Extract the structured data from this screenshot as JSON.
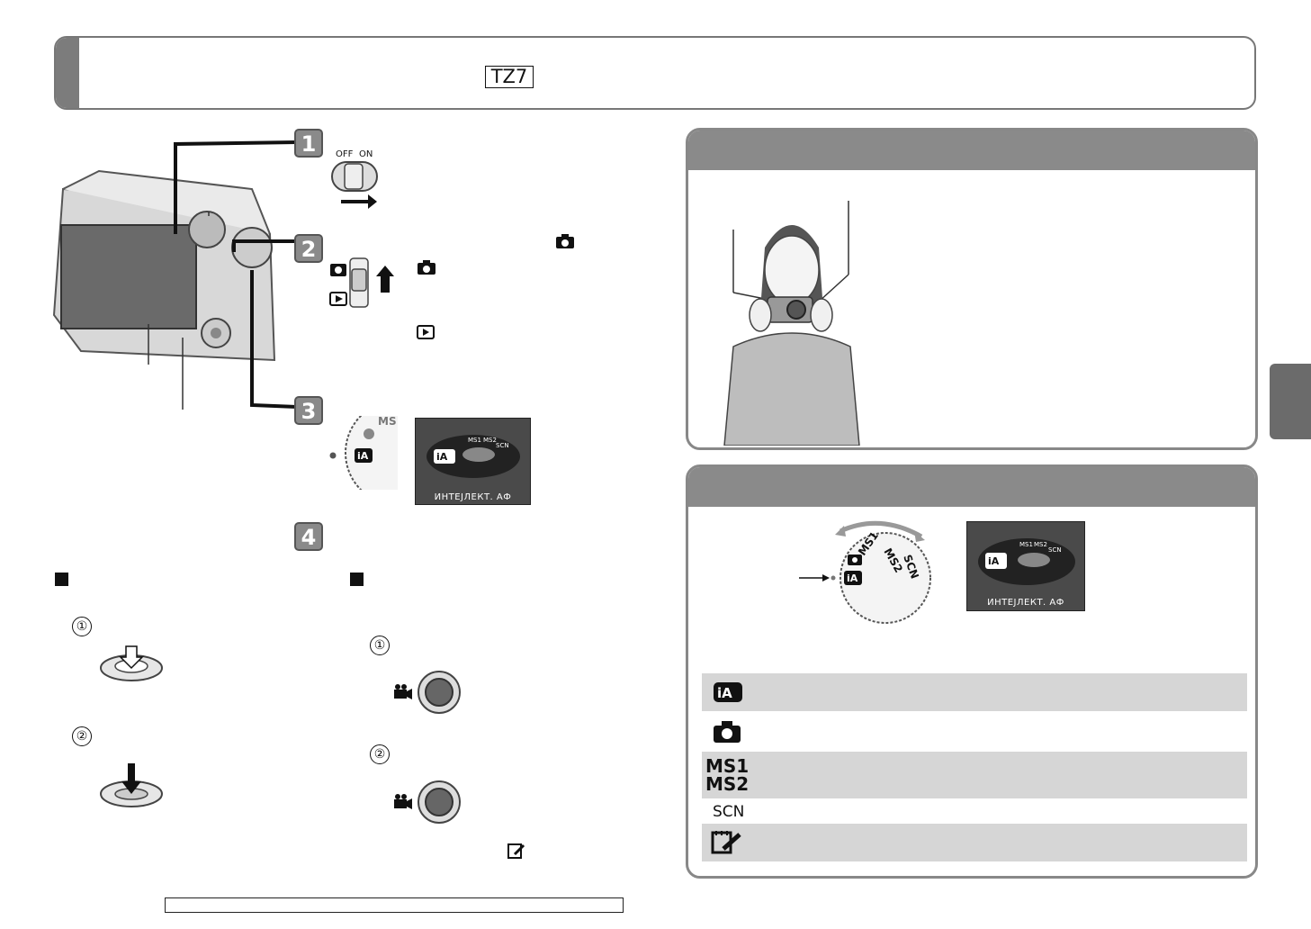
{
  "header": {
    "model_label": "TZ7"
  },
  "steps": [
    "1",
    "2",
    "3",
    "4"
  ],
  "step1": {
    "switch_off": "OFF",
    "switch_on": "ON"
  },
  "sub_numbers": [
    "①",
    "②",
    "①",
    "②"
  ],
  "lcd": {
    "top_mode_label": "ИНТЕЈЛЕКТ. АФ",
    "bottom_mode_label": "ИНТЕЈЛЕКТ. АФ",
    "dial_labels": [
      "MS1",
      "MS2",
      "SCN"
    ]
  },
  "mode_dial_labels": [
    "MS1",
    "MS2",
    "SCN"
  ],
  "mode_table": [
    {
      "icon": "iA",
      "icon_name": "intelligent-auto-icon"
    },
    {
      "icon": "📷",
      "icon_name": "camera-icon"
    },
    {
      "icon": "MS1\nMS2",
      "icon_name": "my-scene-icon"
    },
    {
      "icon": "SCN",
      "icon_name": "scene-icon"
    },
    {
      "icon": "✎",
      "icon_name": "clipboard-icon"
    }
  ],
  "colors": {
    "banner_tab": "#7c7c7c",
    "panel_head": "#8a8a8a",
    "row_shade": "#d6d6d6"
  }
}
